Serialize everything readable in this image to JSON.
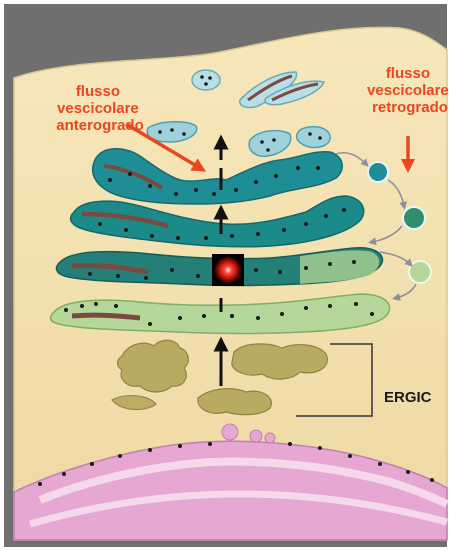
{
  "labels": {
    "anterograde": [
      "flusso",
      "vescicolare",
      "anterogrado"
    ],
    "retrograde": [
      "flusso",
      "vescicolare",
      "retrogrado"
    ],
    "ergic": "ERGIC"
  },
  "colors": {
    "cytoplasm": "#f3e0ad",
    "outer_bg": "#6f6f6f",
    "cis_cisterna": "#b5d79a",
    "medial_cisterna": "#1d8a8a",
    "trans_cisterna": "#86c3d2",
    "cargo_dots": "#1a1a1a",
    "ergic_clusters": "#b7a85e",
    "er_membrane": "#e6a7d3",
    "label_red": "#e8471f",
    "vesicle_arrows": "#8f8f9c"
  },
  "icons": {
    "center_marker": "red-glow-marker-icon"
  }
}
